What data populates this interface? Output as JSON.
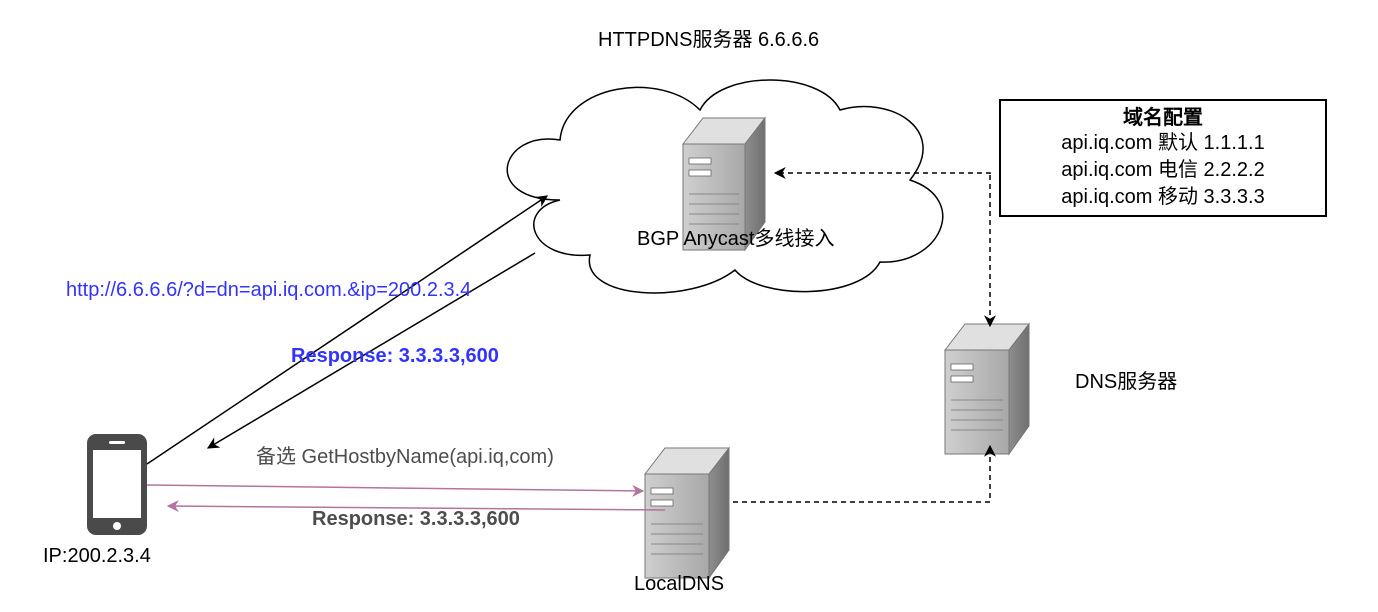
{
  "labels": {
    "httpdns_title": "HTTPDNS服务器 6.6.6.6",
    "bgp": "BGP Anycast多线接入",
    "dns_server": "DNS服务器",
    "request_url": "http://6.6.6.6/?d=dn=api.iq.com.&ip=200.2.3.4",
    "response_http": "Response: 3.3.3.3,600",
    "fallback": "备选  GetHostbyName(api.iq,com)",
    "response_local": "Response: 3.3.3.3,600",
    "client_ip": "IP:200.2.3.4",
    "localdns": "LocalDNS"
  },
  "config": {
    "title": "域名配置",
    "rows": [
      "api.iq.com 默认 1.1.1.1",
      "api.iq.com 电信 2.2.2.2",
      "api.iq.com 移动 3.3.3.3"
    ]
  },
  "colors": {
    "http_request": "#3333ff",
    "http_response": "#3333ff",
    "localdns_path": "#b5739d",
    "text": "#000000",
    "muted_text": "#4d4d4d"
  }
}
